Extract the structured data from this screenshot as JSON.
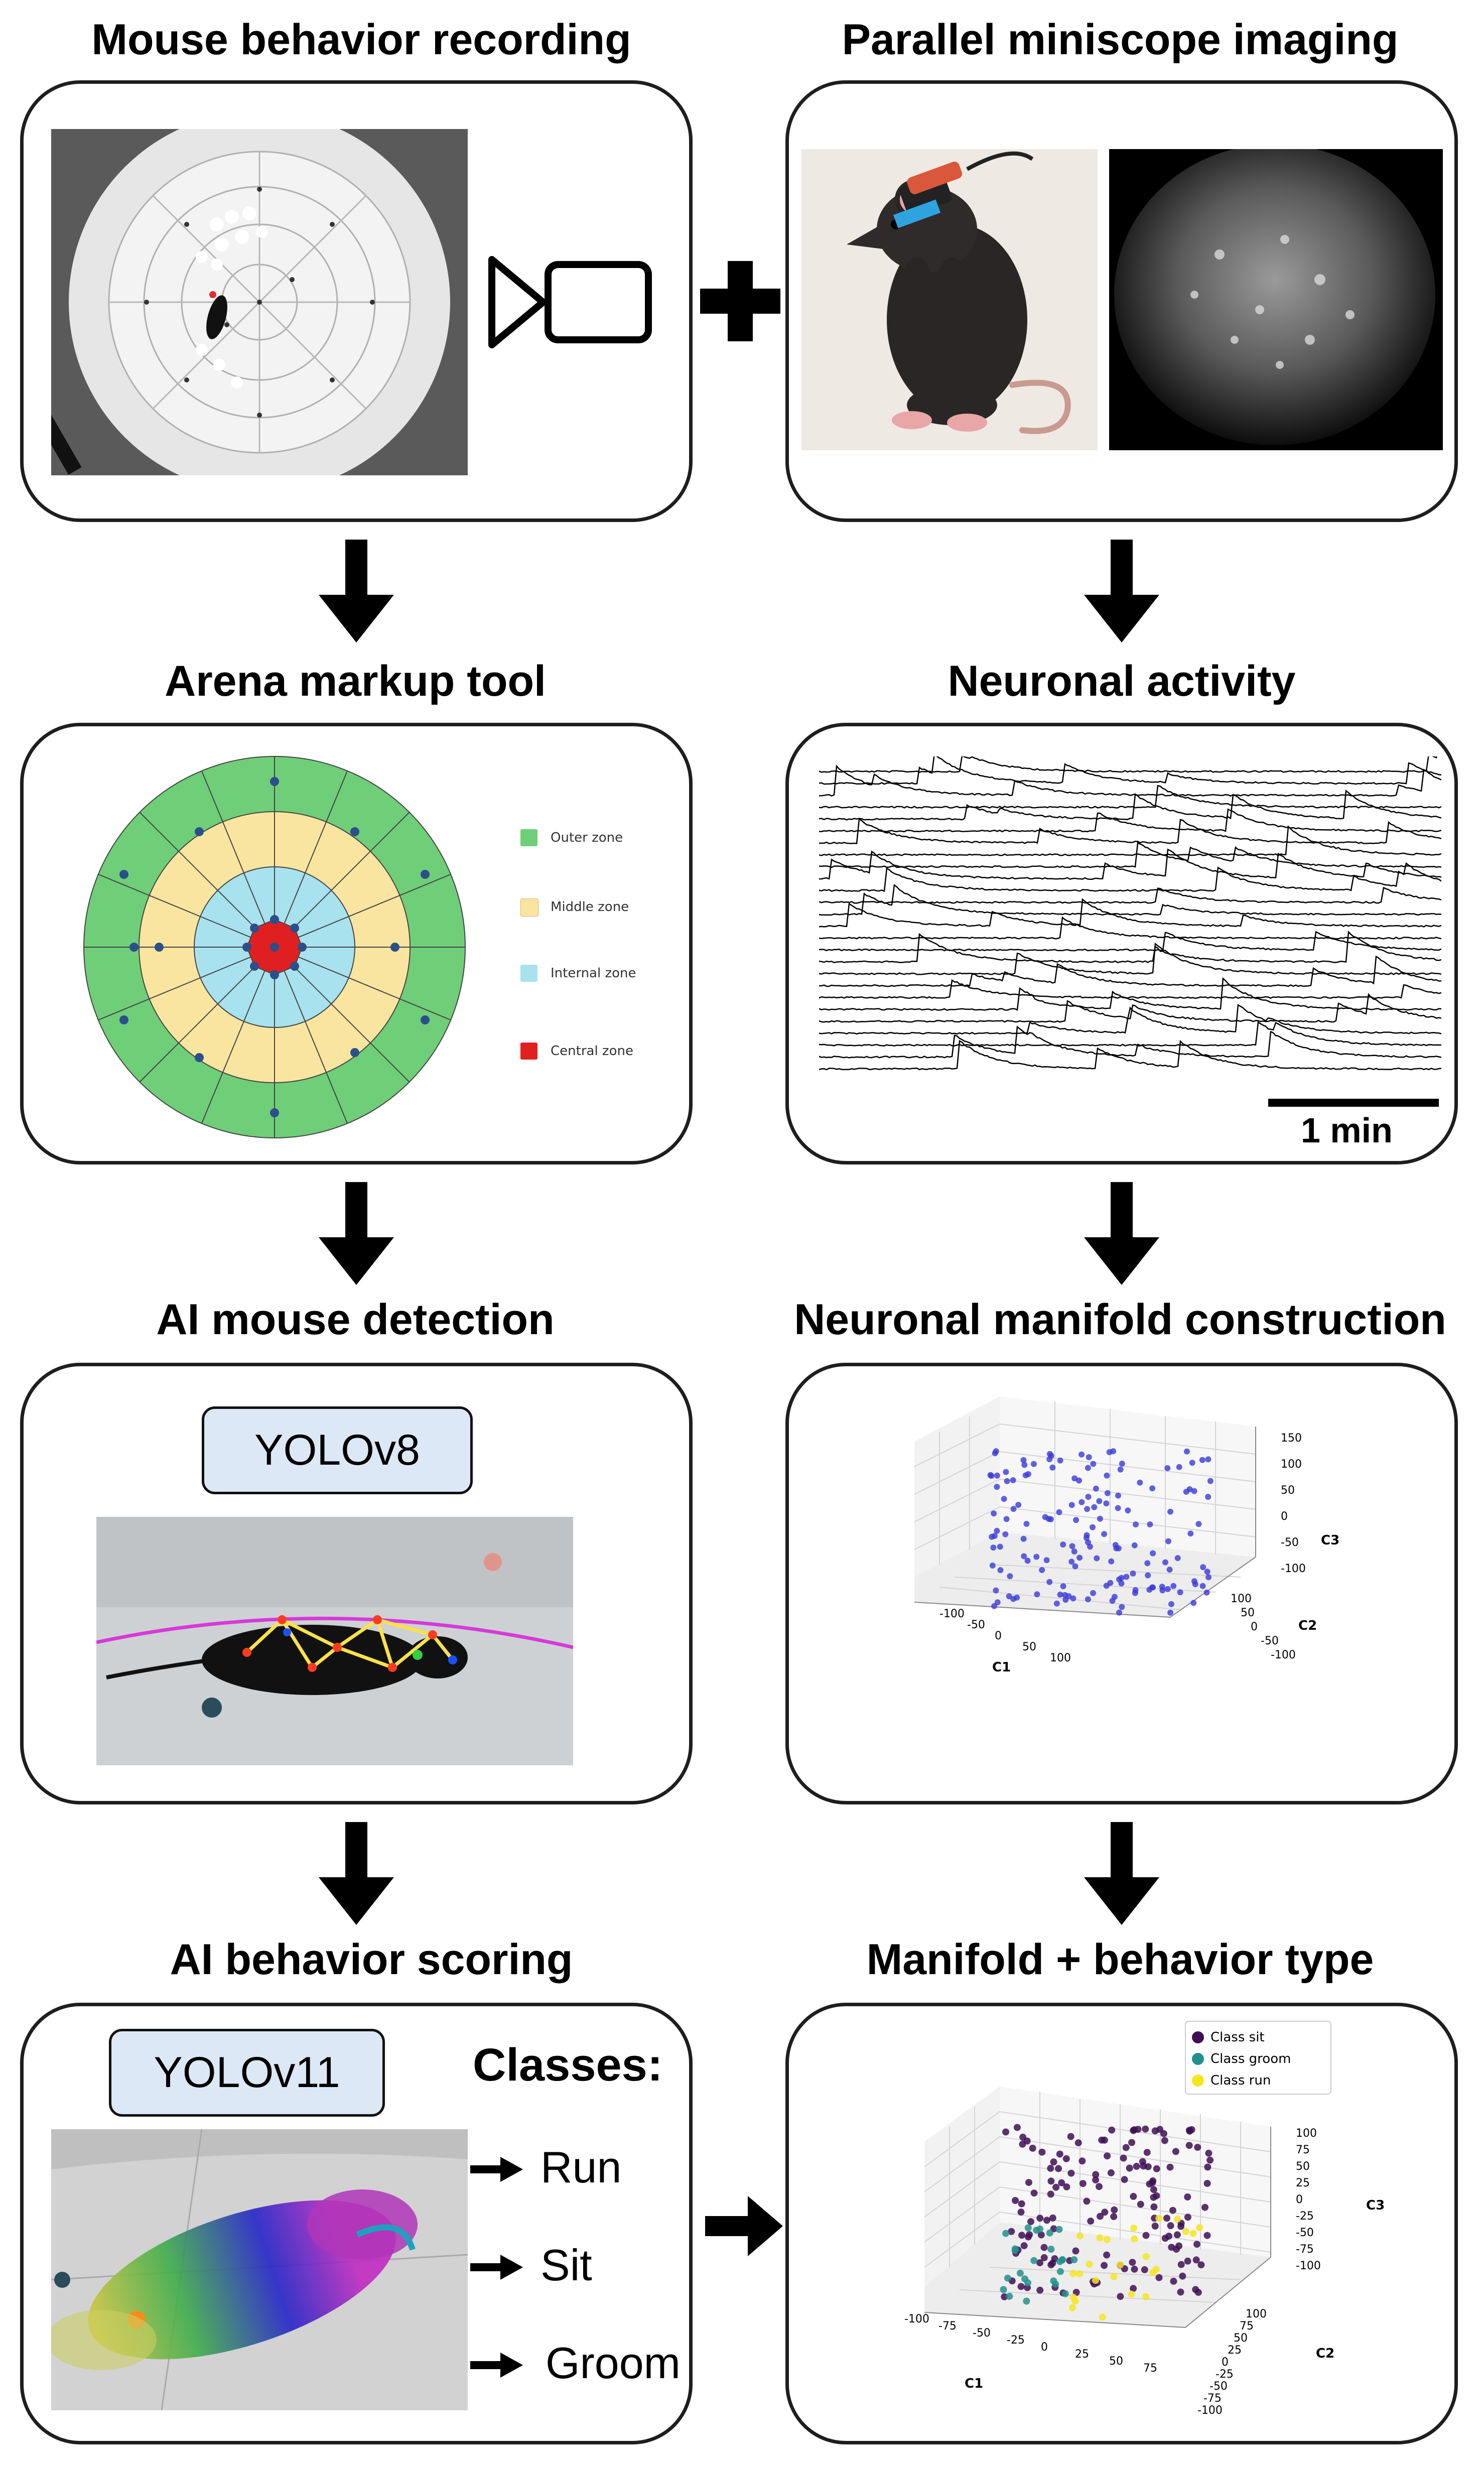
{
  "titles": {
    "mouse_recording": "Mouse behavior recording",
    "miniscope": "Parallel miniscope imaging",
    "arena_tool": "Arena markup tool",
    "neuronal_activity": "Neuronal activity",
    "ai_detection": "AI mouse detection",
    "manifold_construction": "Neuronal manifold construction",
    "ai_scoring": "AI behavior scoring",
    "manifold_behavior": "Manifold + behavior type"
  },
  "arena_legend": [
    {
      "label": "Outer zone",
      "color": "#6fce78"
    },
    {
      "label": "Middle zone",
      "color": "#fae5a0"
    },
    {
      "label": "Internal zone",
      "color": "#a8e2ee"
    },
    {
      "label": "Central zone",
      "color": "#e02020"
    }
  ],
  "neuronal": {
    "scale_label": "1 min",
    "trace_count": 26
  },
  "detection": {
    "model": "YOLOv8"
  },
  "scoring": {
    "model": "YOLOv11",
    "classes_heading": "Classes:",
    "classes": [
      "Run",
      "Sit",
      "Groom"
    ]
  },
  "manifold_plot": {
    "axis_labels": [
      "C1",
      "C2",
      "C3"
    ],
    "c1_ticks": [
      "-100",
      "-50",
      "0",
      "50",
      "100"
    ],
    "c2_ticks": [
      "100",
      "50",
      "0",
      "-50",
      "-100"
    ],
    "c3_ticks": [
      "150",
      "100",
      "50",
      "0",
      "-50",
      "-100"
    ],
    "point_color": "#3a3ad8",
    "point_count": 160
  },
  "behavior_plot": {
    "axis_labels": [
      "C1",
      "C2",
      "C3"
    ],
    "c1_ticks": [
      "-100",
      "-75",
      "-50",
      "-25",
      "0",
      "25",
      "50",
      "75"
    ],
    "c2_ticks": [
      "100",
      "75",
      "50",
      "25",
      "0",
      "-25",
      "-50",
      "-75",
      "-100"
    ],
    "c3_ticks": [
      "100",
      "75",
      "50",
      "25",
      "0",
      "-25",
      "-50",
      "-75",
      "-100"
    ],
    "legend": [
      {
        "label": "Class sit",
        "color": "#3f0f55"
      },
      {
        "label": "Class groom",
        "color": "#22908c"
      },
      {
        "label": "Class run",
        "color": "#f5e51e"
      }
    ]
  }
}
